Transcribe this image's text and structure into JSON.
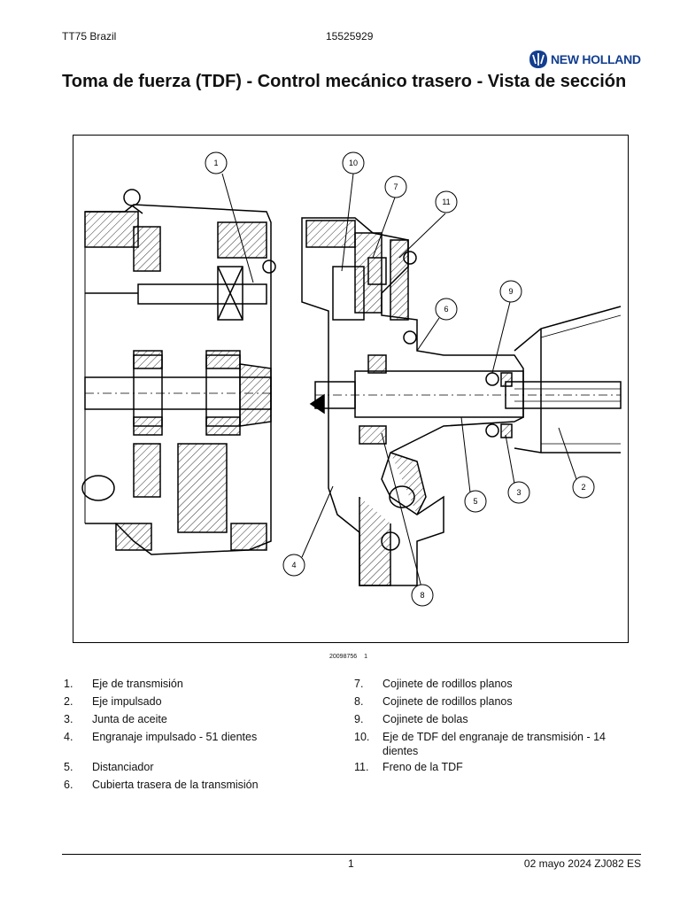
{
  "header": {
    "doc_name": "TT75 Brazil",
    "doc_number": "15525929",
    "brand": "NEW HOLLAND"
  },
  "title": "Toma de fuerza (TDF) - Control mecánico trasero - Vista de sección",
  "figure": {
    "reference": "20098756",
    "index": "1",
    "callouts": [
      "1",
      "2",
      "3",
      "4",
      "5",
      "6",
      "7",
      "8",
      "9",
      "10",
      "11"
    ]
  },
  "legend": {
    "left": [
      {
        "num": "1.",
        "text": "Eje de transmisión"
      },
      {
        "num": "2.",
        "text": "Eje impulsado"
      },
      {
        "num": "3.",
        "text": "Junta de aceite"
      },
      {
        "num": "4.",
        "text": "Engranaje impulsado - 51 dientes"
      },
      {
        "num": "5.",
        "text": "Distanciador"
      },
      {
        "num": "6.",
        "text": "Cubierta trasera de la transmisión"
      }
    ],
    "right": [
      {
        "num": "7.",
        "text": "Cojinete de rodillos planos"
      },
      {
        "num": "8.",
        "text": "Cojinete de rodillos planos"
      },
      {
        "num": "9.",
        "text": "Cojinete de bolas"
      },
      {
        "num": "10.",
        "text": "Eje de TDF del engranaje de transmisión - 14 dientes"
      },
      {
        "num": "11.",
        "text": "Freno de la TDF"
      }
    ]
  },
  "footer": {
    "page": "1",
    "date_code": "02 mayo 2024 ZJ082 ES"
  }
}
